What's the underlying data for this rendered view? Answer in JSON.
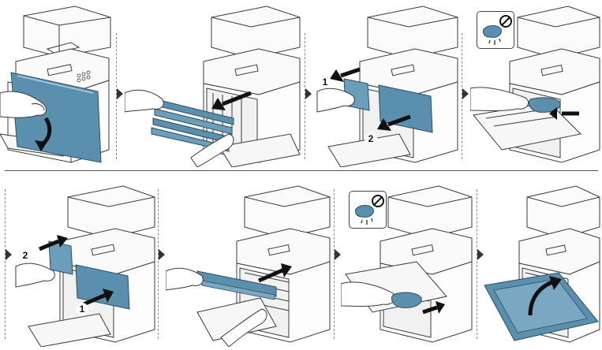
{
  "figure": {
    "rows": [
      {
        "panels": [
          {
            "step": "open-front-cover"
          },
          {
            "step": "remove-toner-cartridges"
          },
          {
            "step": "remove-imaging-unit",
            "badges": [
              "1",
              "2"
            ]
          },
          {
            "step": "handle-imaging-unit",
            "warning_inset": true
          }
        ]
      },
      {
        "panels": [
          {
            "step": "insert-imaging-unit",
            "badges": [
              "2",
              "1"
            ]
          },
          {
            "step": "insert-toner-cartridges"
          },
          {
            "step": "push-imaging-unit",
            "warning_inset": true
          },
          {
            "step": "close-front-cover"
          }
        ]
      }
    ],
    "accent_color": "#5a90ad",
    "line_color": "#3a3a3a"
  },
  "badges": {
    "p3_a": "1",
    "p3_b": "2",
    "p5_a": "2",
    "p5_b": "1"
  }
}
